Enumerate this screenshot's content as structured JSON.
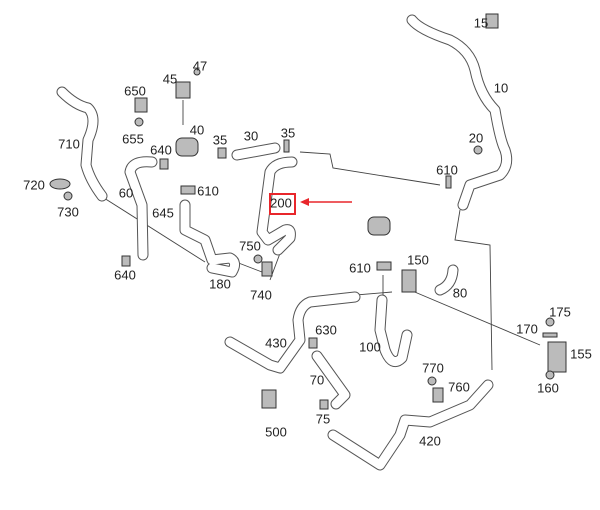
{
  "diagram": {
    "highlight_color": "#e8262b",
    "highlighted_part": "200",
    "labels": {
      "p15": "15",
      "p10": "10",
      "p47": "47",
      "p45": "45",
      "p650": "650",
      "p655": "655",
      "p40": "40",
      "p35a": "35",
      "p30": "30",
      "p35b": "35",
      "p20": "20",
      "p710": "710",
      "p640a": "640",
      "p610a": "610",
      "p60": "60",
      "p610b": "610",
      "p720": "720",
      "p730": "730",
      "p645": "645",
      "p200": "200",
      "p750": "750",
      "p640b": "640",
      "p180": "180",
      "p740": "740",
      "p150": "150",
      "p610c": "610",
      "p80": "80",
      "p175": "175",
      "p170": "170",
      "p155": "155",
      "p630": "630",
      "p430": "430",
      "p100": "100",
      "p770": "770",
      "p760": "760",
      "p160": "160",
      "p70": "70",
      "p500": "500",
      "p75": "75",
      "p420": "420"
    }
  }
}
